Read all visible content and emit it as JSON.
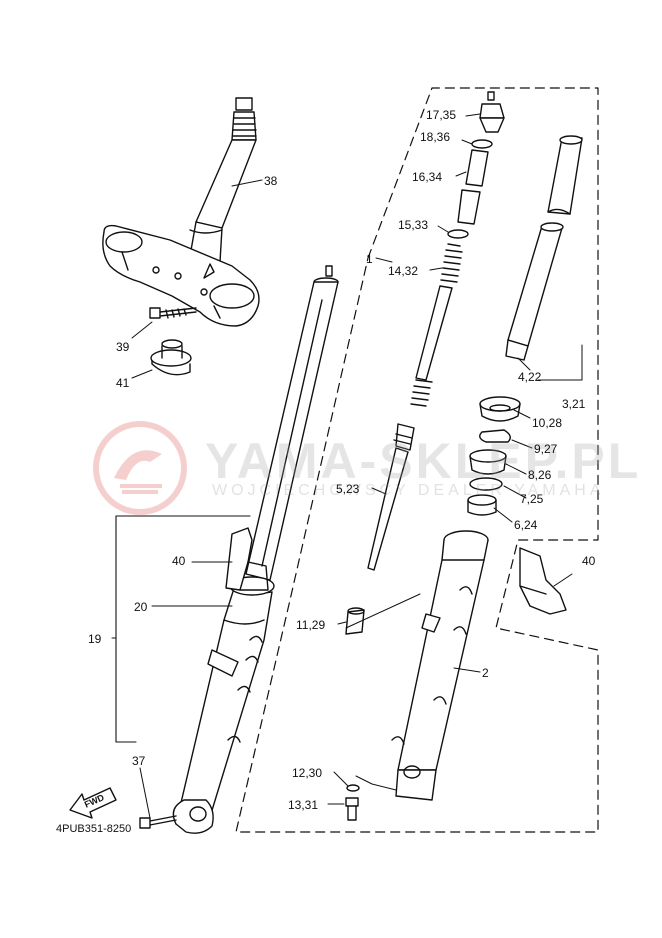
{
  "diagram": {
    "part_code": "4PUB351-8250",
    "fwd_arrow_text": "FWD",
    "watermark": {
      "brand": "YAMA-SKLEP.PL",
      "sub": "WOJCIECHOWSCY DEALER YAMAHA",
      "brand_color": "#d9534f"
    },
    "callouts": [
      {
        "id": "c38",
        "text": "38"
      },
      {
        "id": "c39",
        "text": "39"
      },
      {
        "id": "c41",
        "text": "41"
      },
      {
        "id": "c1",
        "text": "1"
      },
      {
        "id": "c17",
        "text": "17,35"
      },
      {
        "id": "c18",
        "text": "18,36"
      },
      {
        "id": "c16",
        "text": "16,34"
      },
      {
        "id": "c15",
        "text": "15,33"
      },
      {
        "id": "c14",
        "text": "14,32"
      },
      {
        "id": "c4",
        "text": "4,22"
      },
      {
        "id": "c3",
        "text": "3,21"
      },
      {
        "id": "c10",
        "text": "10,28"
      },
      {
        "id": "c9",
        "text": "9,27"
      },
      {
        "id": "c8",
        "text": "8,26"
      },
      {
        "id": "c5",
        "text": "5,23"
      },
      {
        "id": "c7",
        "text": "7,25"
      },
      {
        "id": "c6",
        "text": "6,24"
      },
      {
        "id": "c40a",
        "text": "40"
      },
      {
        "id": "c40b",
        "text": "40"
      },
      {
        "id": "c20",
        "text": "20"
      },
      {
        "id": "c19",
        "text": "19"
      },
      {
        "id": "c11",
        "text": "11,29"
      },
      {
        "id": "c2",
        "text": "2"
      },
      {
        "id": "c37",
        "text": "37"
      },
      {
        "id": "c12",
        "text": "12,30"
      },
      {
        "id": "c13",
        "text": "13,31"
      }
    ]
  }
}
